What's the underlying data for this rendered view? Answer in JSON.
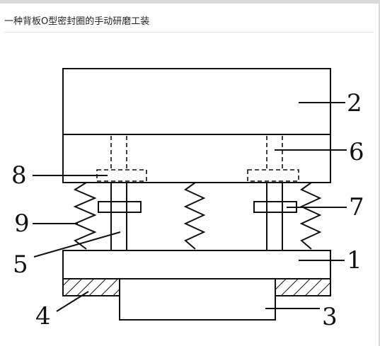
{
  "title": "一种背板O型密封圈的手动研磨工装",
  "colors": {
    "line": "#111111",
    "background": "#ffffff",
    "frame": "#d9d9d9"
  },
  "diagram": {
    "labels": {
      "n1": "1",
      "n2": "2",
      "n3": "3",
      "n4": "4",
      "n5": "5",
      "n6": "6",
      "n7": "7",
      "n8": "8",
      "n9": "9"
    }
  }
}
